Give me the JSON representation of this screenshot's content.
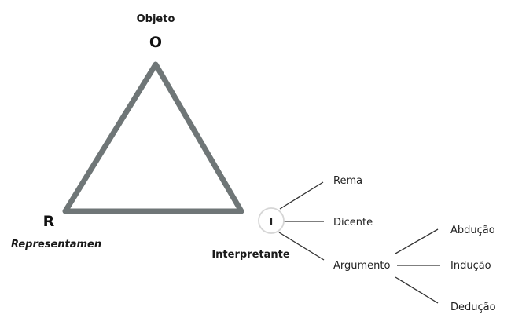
{
  "vertices": {
    "top": {
      "letter": "O",
      "name": "Objeto"
    },
    "left": {
      "letter": "R",
      "name": "Representamen"
    },
    "right": {
      "letter": "I",
      "name": "Interpretante"
    }
  },
  "interpretant_types": [
    "Rema",
    "Dicente",
    "Argumento"
  ],
  "argument_types": [
    "Abdução",
    "Indução",
    "Dedução"
  ],
  "colors": {
    "triangle_stroke": "#6f7677",
    "connector": "#333333",
    "circle_fill": "#ffffff",
    "circle_stroke": "#d6d6d6",
    "text": "#222222"
  }
}
